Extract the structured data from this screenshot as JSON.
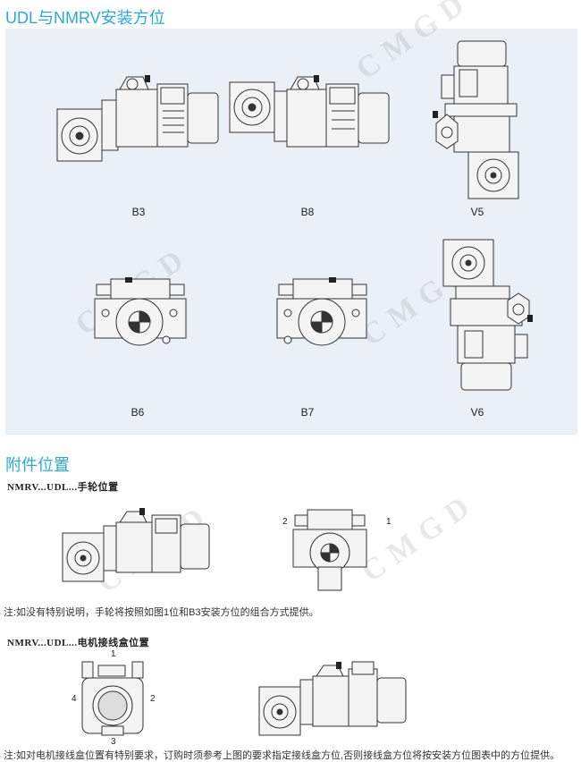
{
  "section1": {
    "title": "UDL与NMRV安装方位",
    "labels": {
      "b3": "B3",
      "b8": "B8",
      "v5": "V5",
      "b6": "B6",
      "b7": "B7",
      "v6": "V6"
    }
  },
  "section2": {
    "title": "附件位置",
    "handwheel": {
      "subtitle": "NMRV...UDL...手轮位置",
      "pos1": "1",
      "pos2": "2",
      "note": "注:如没有特别说明，手轮将按照如图1位和B3安装方位的组合方式提供。"
    },
    "terminal_box": {
      "subtitle": "NMRV...UDL...电机接线盒位置",
      "pos1": "1",
      "pos2": "2",
      "pos3": "3",
      "pos4": "4",
      "note": "注:如对电机接线盒位置有特别要求，订购时须参考上图的要求指定接线盒方位,否则接线盒方位将按安装方位图表中的方位提供。"
    }
  },
  "watermark": "CMGD",
  "colors": {
    "heading": "#2aa8d8",
    "panel": "#eaf0f5",
    "line": "#333333"
  }
}
